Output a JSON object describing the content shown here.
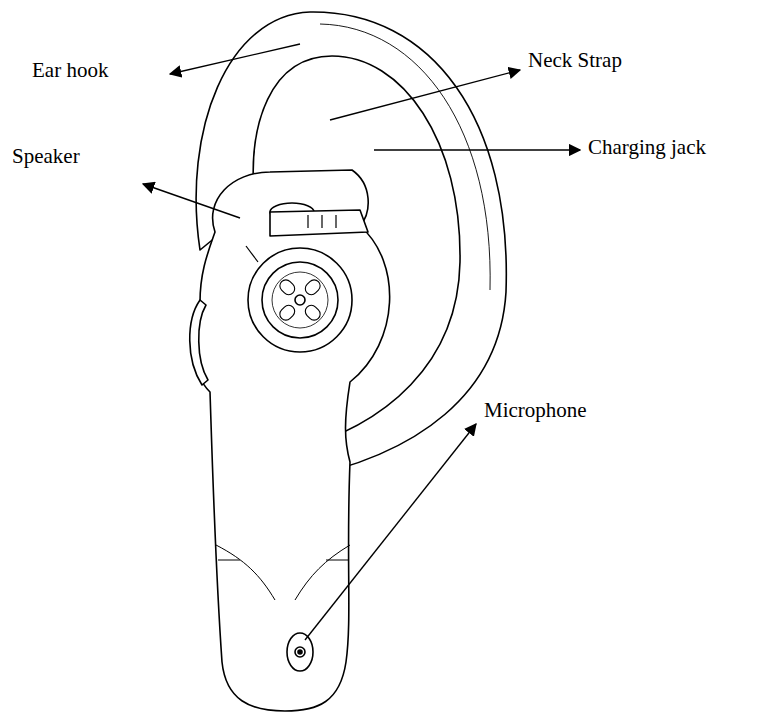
{
  "diagram": {
    "labels": [
      "Ear hook",
      "Neck Strap",
      "Charging jack",
      "Speaker",
      "Microphone"
    ]
  }
}
